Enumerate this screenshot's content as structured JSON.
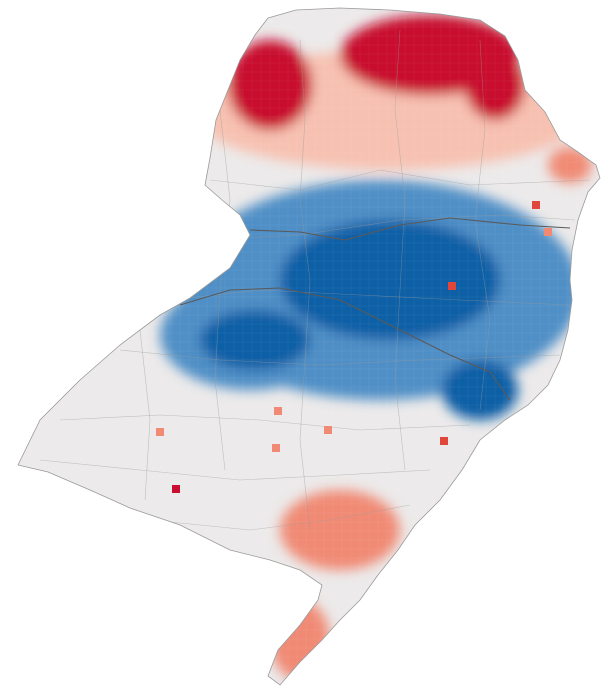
{
  "map": {
    "type": "choropleth",
    "scheme": "diverging-red-blue",
    "colors": {
      "deep_red": "#c8102e",
      "red": "#e0473a",
      "salmon": "#f08a74",
      "light_salmon": "#f7c1b1",
      "neutral": "#eceaea",
      "pale_blue": "#d6e6f2",
      "light_blue": "#a9cbe6",
      "mid_blue": "#4f8fc6",
      "dark_blue": "#0a5fa6",
      "boundary": "#9a9a9a",
      "state_border": "#5a5a5a",
      "background": "#ffffff"
    },
    "regions": [
      {
        "name": "north-coast-hotspot",
        "level": "deep_red"
      },
      {
        "name": "north-west-hotspot",
        "level": "deep_red"
      },
      {
        "name": "north-band",
        "level": "light_salmon"
      },
      {
        "name": "east-coast-north",
        "level": "salmon"
      },
      {
        "name": "central-cold-core",
        "level": "dark_blue"
      },
      {
        "name": "central-blue-band",
        "level": "mid_blue"
      },
      {
        "name": "south-coast-warm",
        "level": "salmon"
      },
      {
        "name": "southern-tip",
        "level": "salmon"
      },
      {
        "name": "south-west-neutral",
        "level": "neutral"
      }
    ]
  }
}
